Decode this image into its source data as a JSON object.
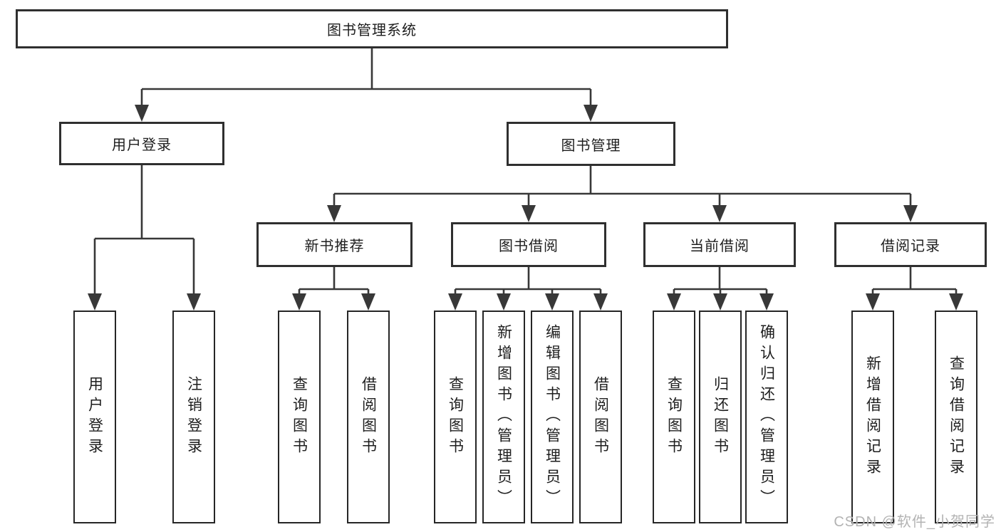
{
  "diagram": {
    "title": "图书管理系统",
    "level2": {
      "user_login": "用户登录",
      "book_management": "图书管理"
    },
    "level3": {
      "new_book_recommend": "新书推荐",
      "book_borrow": "图书借阅",
      "current_borrow": "当前借阅",
      "borrow_records": "借阅记录"
    },
    "leaves": {
      "login": [
        "用户登录",
        "注销登录"
      ],
      "recommend": [
        "查询图书",
        "借阅图书"
      ],
      "borrow": [
        "查询图书",
        "新增图书（管理员）",
        "编辑图书（管理员）",
        "借阅图书"
      ],
      "current": [
        "查询图书",
        "归还图书",
        "确认归还（管理员）"
      ],
      "records": [
        "新增借阅记录",
        "查询借阅记录"
      ]
    }
  },
  "watermark": "CSDN @软件_小贺同学",
  "colors": {
    "line": "#383838",
    "border": "#2f2f2f",
    "text": "#1e1e1e",
    "background": "#ffffff",
    "watermark": "#b3b3b3"
  }
}
